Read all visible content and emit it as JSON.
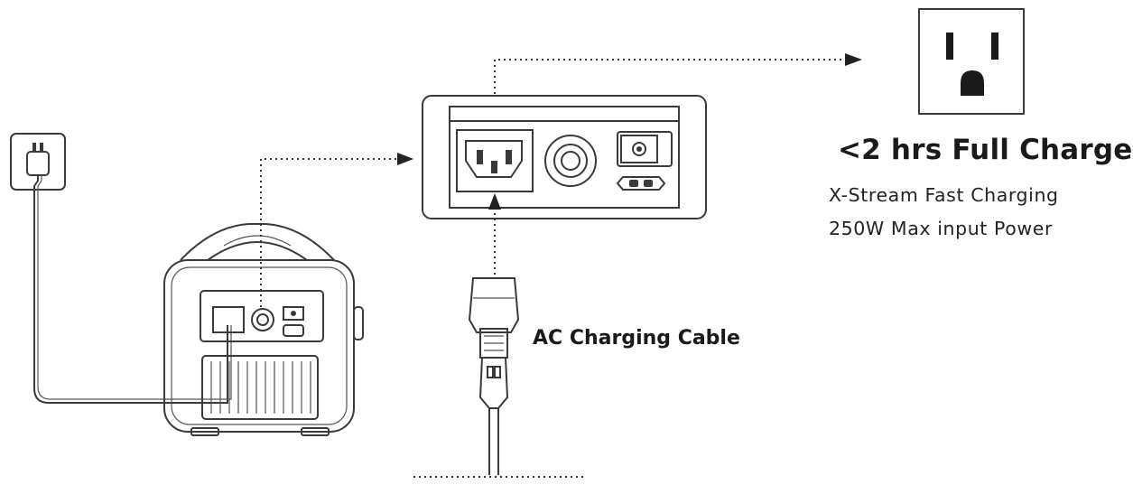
{
  "labels": {
    "full_charge": "<2 hrs Full Charge",
    "fast_charging": "X-Stream Fast Charging",
    "max_input": "250W Max input Power",
    "ac_cable": "AC Charging Cable"
  },
  "icons": [
    "wall-plug-icon",
    "power-station-icon",
    "ac-input-panel-icon",
    "ac-outlet-icon",
    "ac-cable-connector-icon"
  ],
  "colors": {
    "line": "#3a3a3a",
    "text": "#1a1a1a"
  }
}
